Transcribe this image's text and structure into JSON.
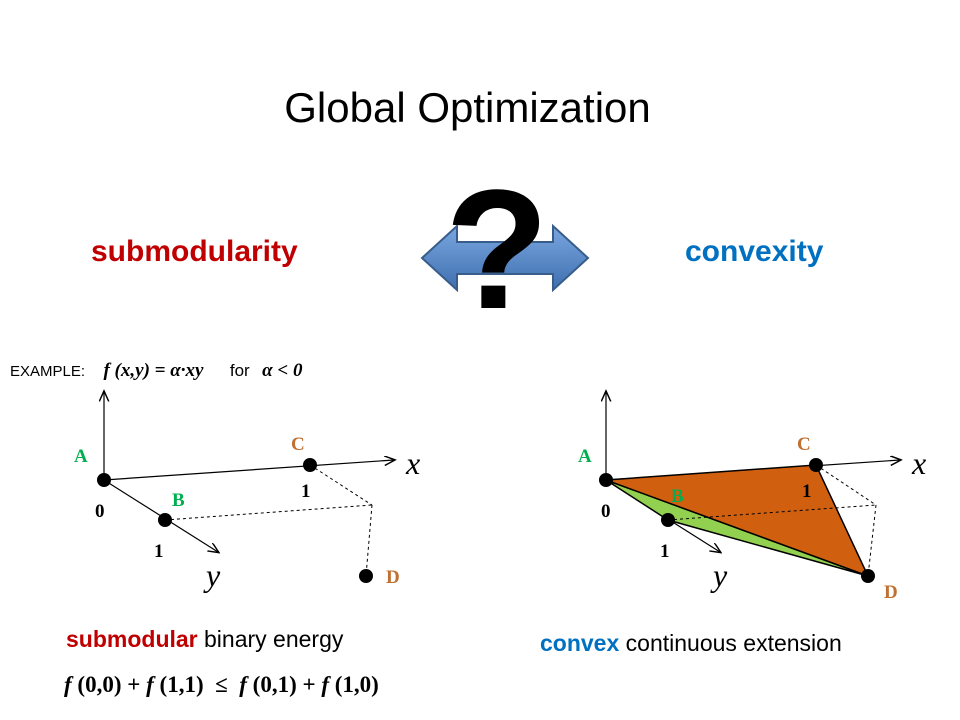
{
  "title": "Global Optimization",
  "left_word": "submodularity",
  "right_word": "convexity",
  "question_mark": "?",
  "example": {
    "label": "EXAMPLE:",
    "formula": "f (x,y)  =  α·xy",
    "for_word": "for",
    "condition": "α < 0"
  },
  "diagram_left": {
    "labels": {
      "A": "A",
      "B": "B",
      "C": "C",
      "D": "D",
      "zero": "0",
      "one_x": "1",
      "one_y": "1",
      "x": "x",
      "y": "y"
    }
  },
  "diagram_right": {
    "labels": {
      "A": "A",
      "B": "B",
      "C": "C",
      "D": "D",
      "zero": "0",
      "one_x": "1",
      "one_y": "1",
      "x": "x",
      "y": "y"
    },
    "colors": {
      "triangle_acd": "#d06010",
      "triangle_abd": "#92d050"
    }
  },
  "left_caption": {
    "keyword": "submodular",
    "rest": " binary energy"
  },
  "right_caption": {
    "keyword": "convex",
    "rest": " continuous extension"
  },
  "inequality": {
    "f1": "f",
    "a1": " (0,0) + ",
    "f2": "f",
    "a2": " (1,1)  ≤  ",
    "f3": "f",
    "a3": " (0,1) + ",
    "f4": "f",
    "a4": " (1,0)"
  },
  "colors": {
    "red": "#c00000",
    "blue": "#0070c0",
    "arrow_fill": "#4f81bd"
  }
}
